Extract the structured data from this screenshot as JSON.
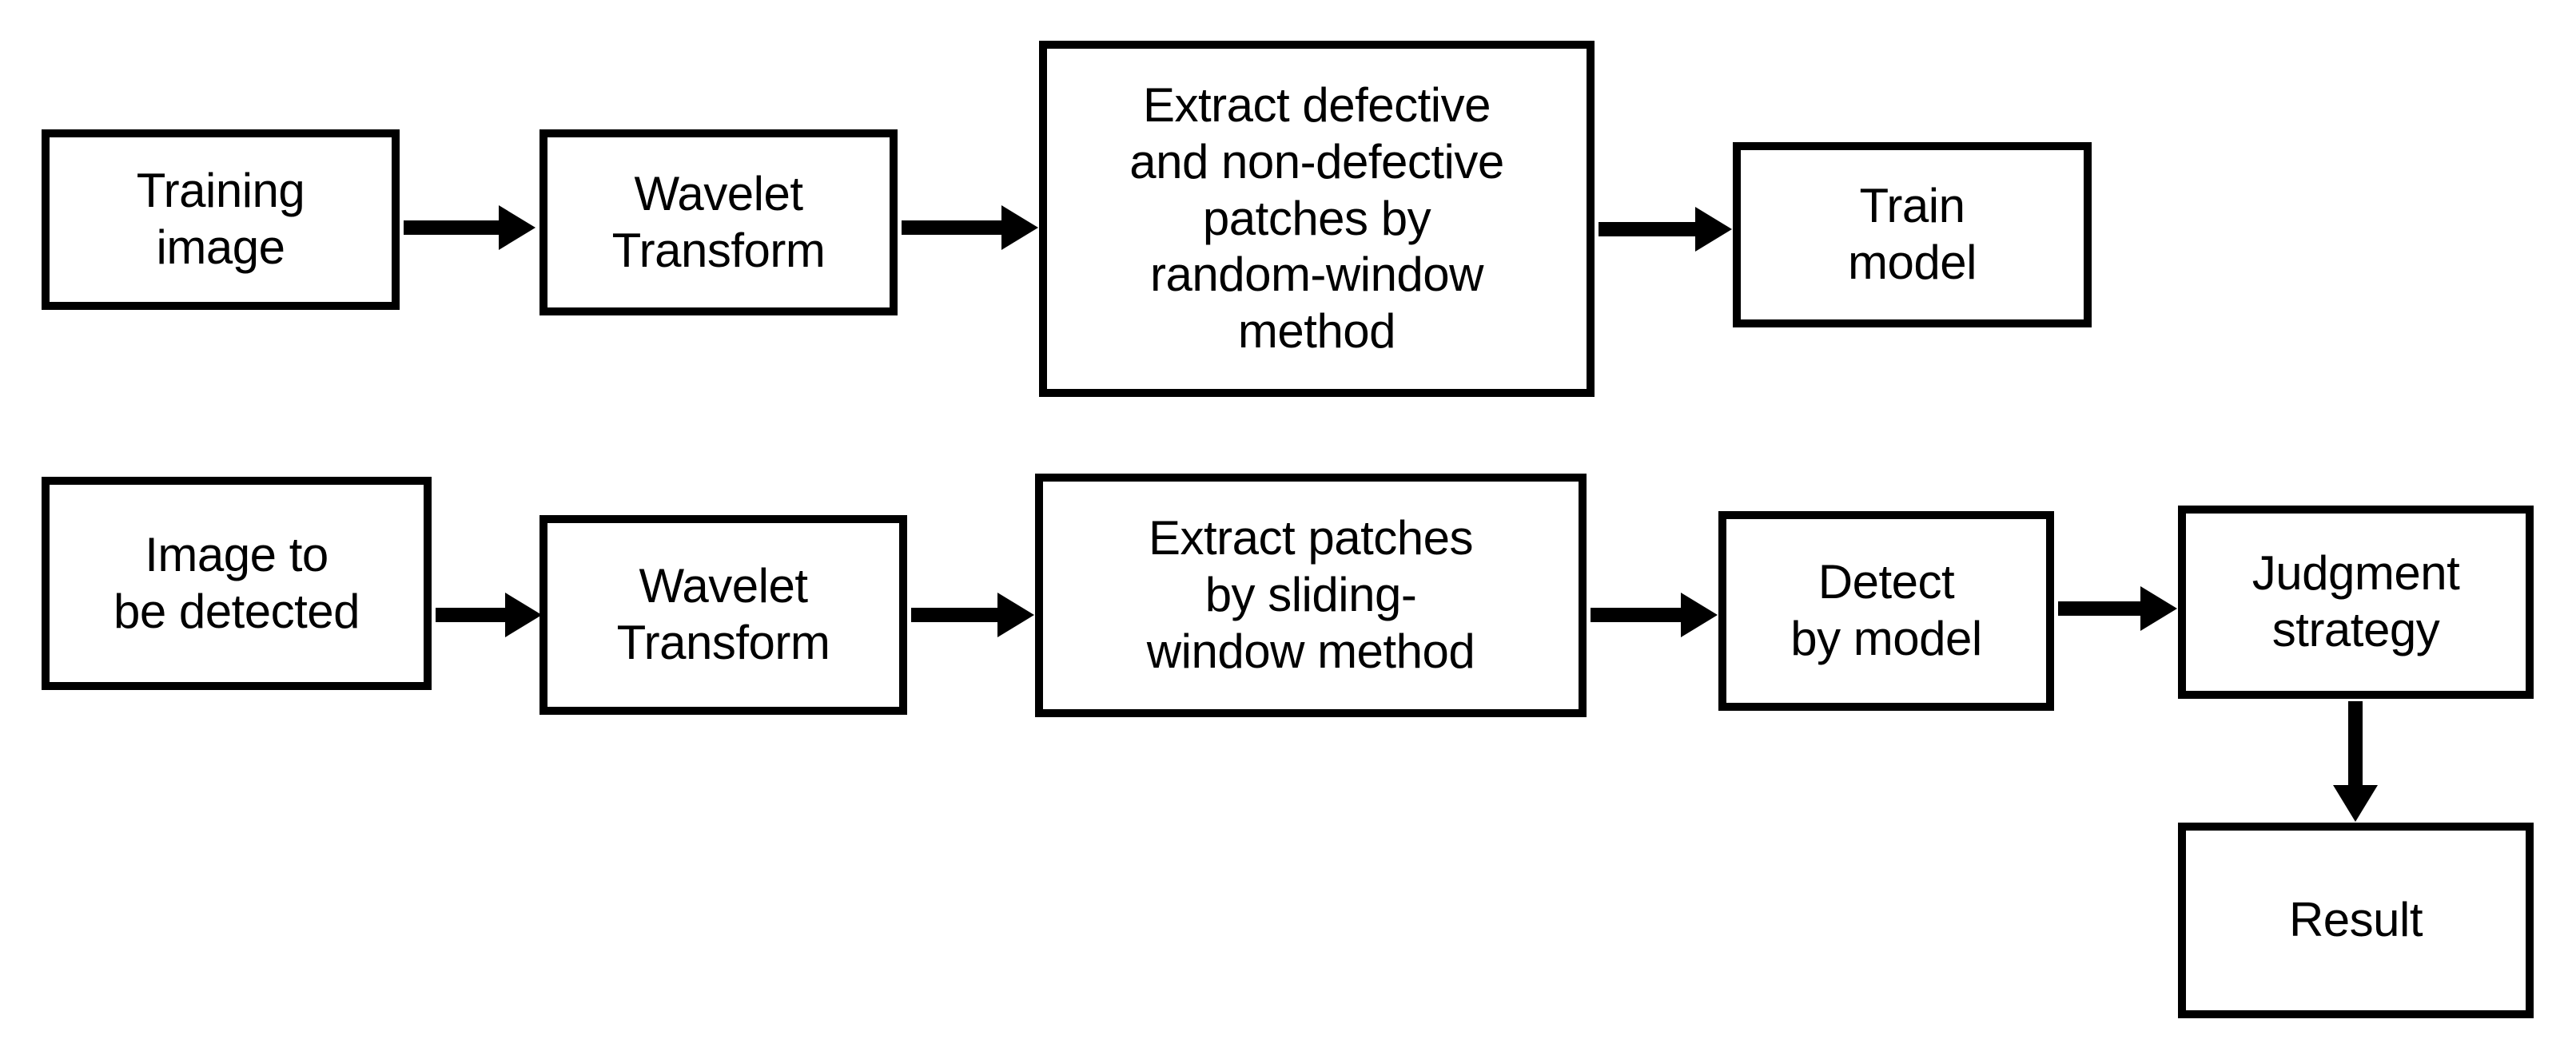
{
  "diagram": {
    "title": "Defect detection pipeline flowchart",
    "style": {
      "border_color": "#000000",
      "fill_color": "#ffffff",
      "text_color": "#000000",
      "background": "#ffffff"
    },
    "nodes": [
      {
        "id": "training-image",
        "label": "Training\nimage"
      },
      {
        "id": "wavelet-transform-top",
        "label": "Wavelet\nTransform"
      },
      {
        "id": "extract-random-window",
        "label": "Extract defective\nand non-defective\npatches by\nrandom-window\nmethod"
      },
      {
        "id": "train-model",
        "label": "Train\nmodel"
      },
      {
        "id": "image-to-be-detected",
        "label": "Image to\nbe detected"
      },
      {
        "id": "wavelet-transform-bottom",
        "label": "Wavelet\nTransform"
      },
      {
        "id": "extract-sliding-window",
        "label": "Extract patches\nby sliding-\nwindow method"
      },
      {
        "id": "detect-by-model",
        "label": "Detect\nby model"
      },
      {
        "id": "judgment-strategy",
        "label": "Judgment\nstrategy"
      },
      {
        "id": "result",
        "label": "Result"
      }
    ],
    "edges": [
      {
        "from": "training-image",
        "to": "wavelet-transform-top",
        "direction": "right"
      },
      {
        "from": "wavelet-transform-top",
        "to": "extract-random-window",
        "direction": "right"
      },
      {
        "from": "extract-random-window",
        "to": "train-model",
        "direction": "right"
      },
      {
        "from": "image-to-be-detected",
        "to": "wavelet-transform-bottom",
        "direction": "right"
      },
      {
        "from": "wavelet-transform-bottom",
        "to": "extract-sliding-window",
        "direction": "right"
      },
      {
        "from": "extract-sliding-window",
        "to": "detect-by-model",
        "direction": "right"
      },
      {
        "from": "detect-by-model",
        "to": "judgment-strategy",
        "direction": "right"
      },
      {
        "from": "judgment-strategy",
        "to": "result",
        "direction": "down"
      }
    ]
  }
}
